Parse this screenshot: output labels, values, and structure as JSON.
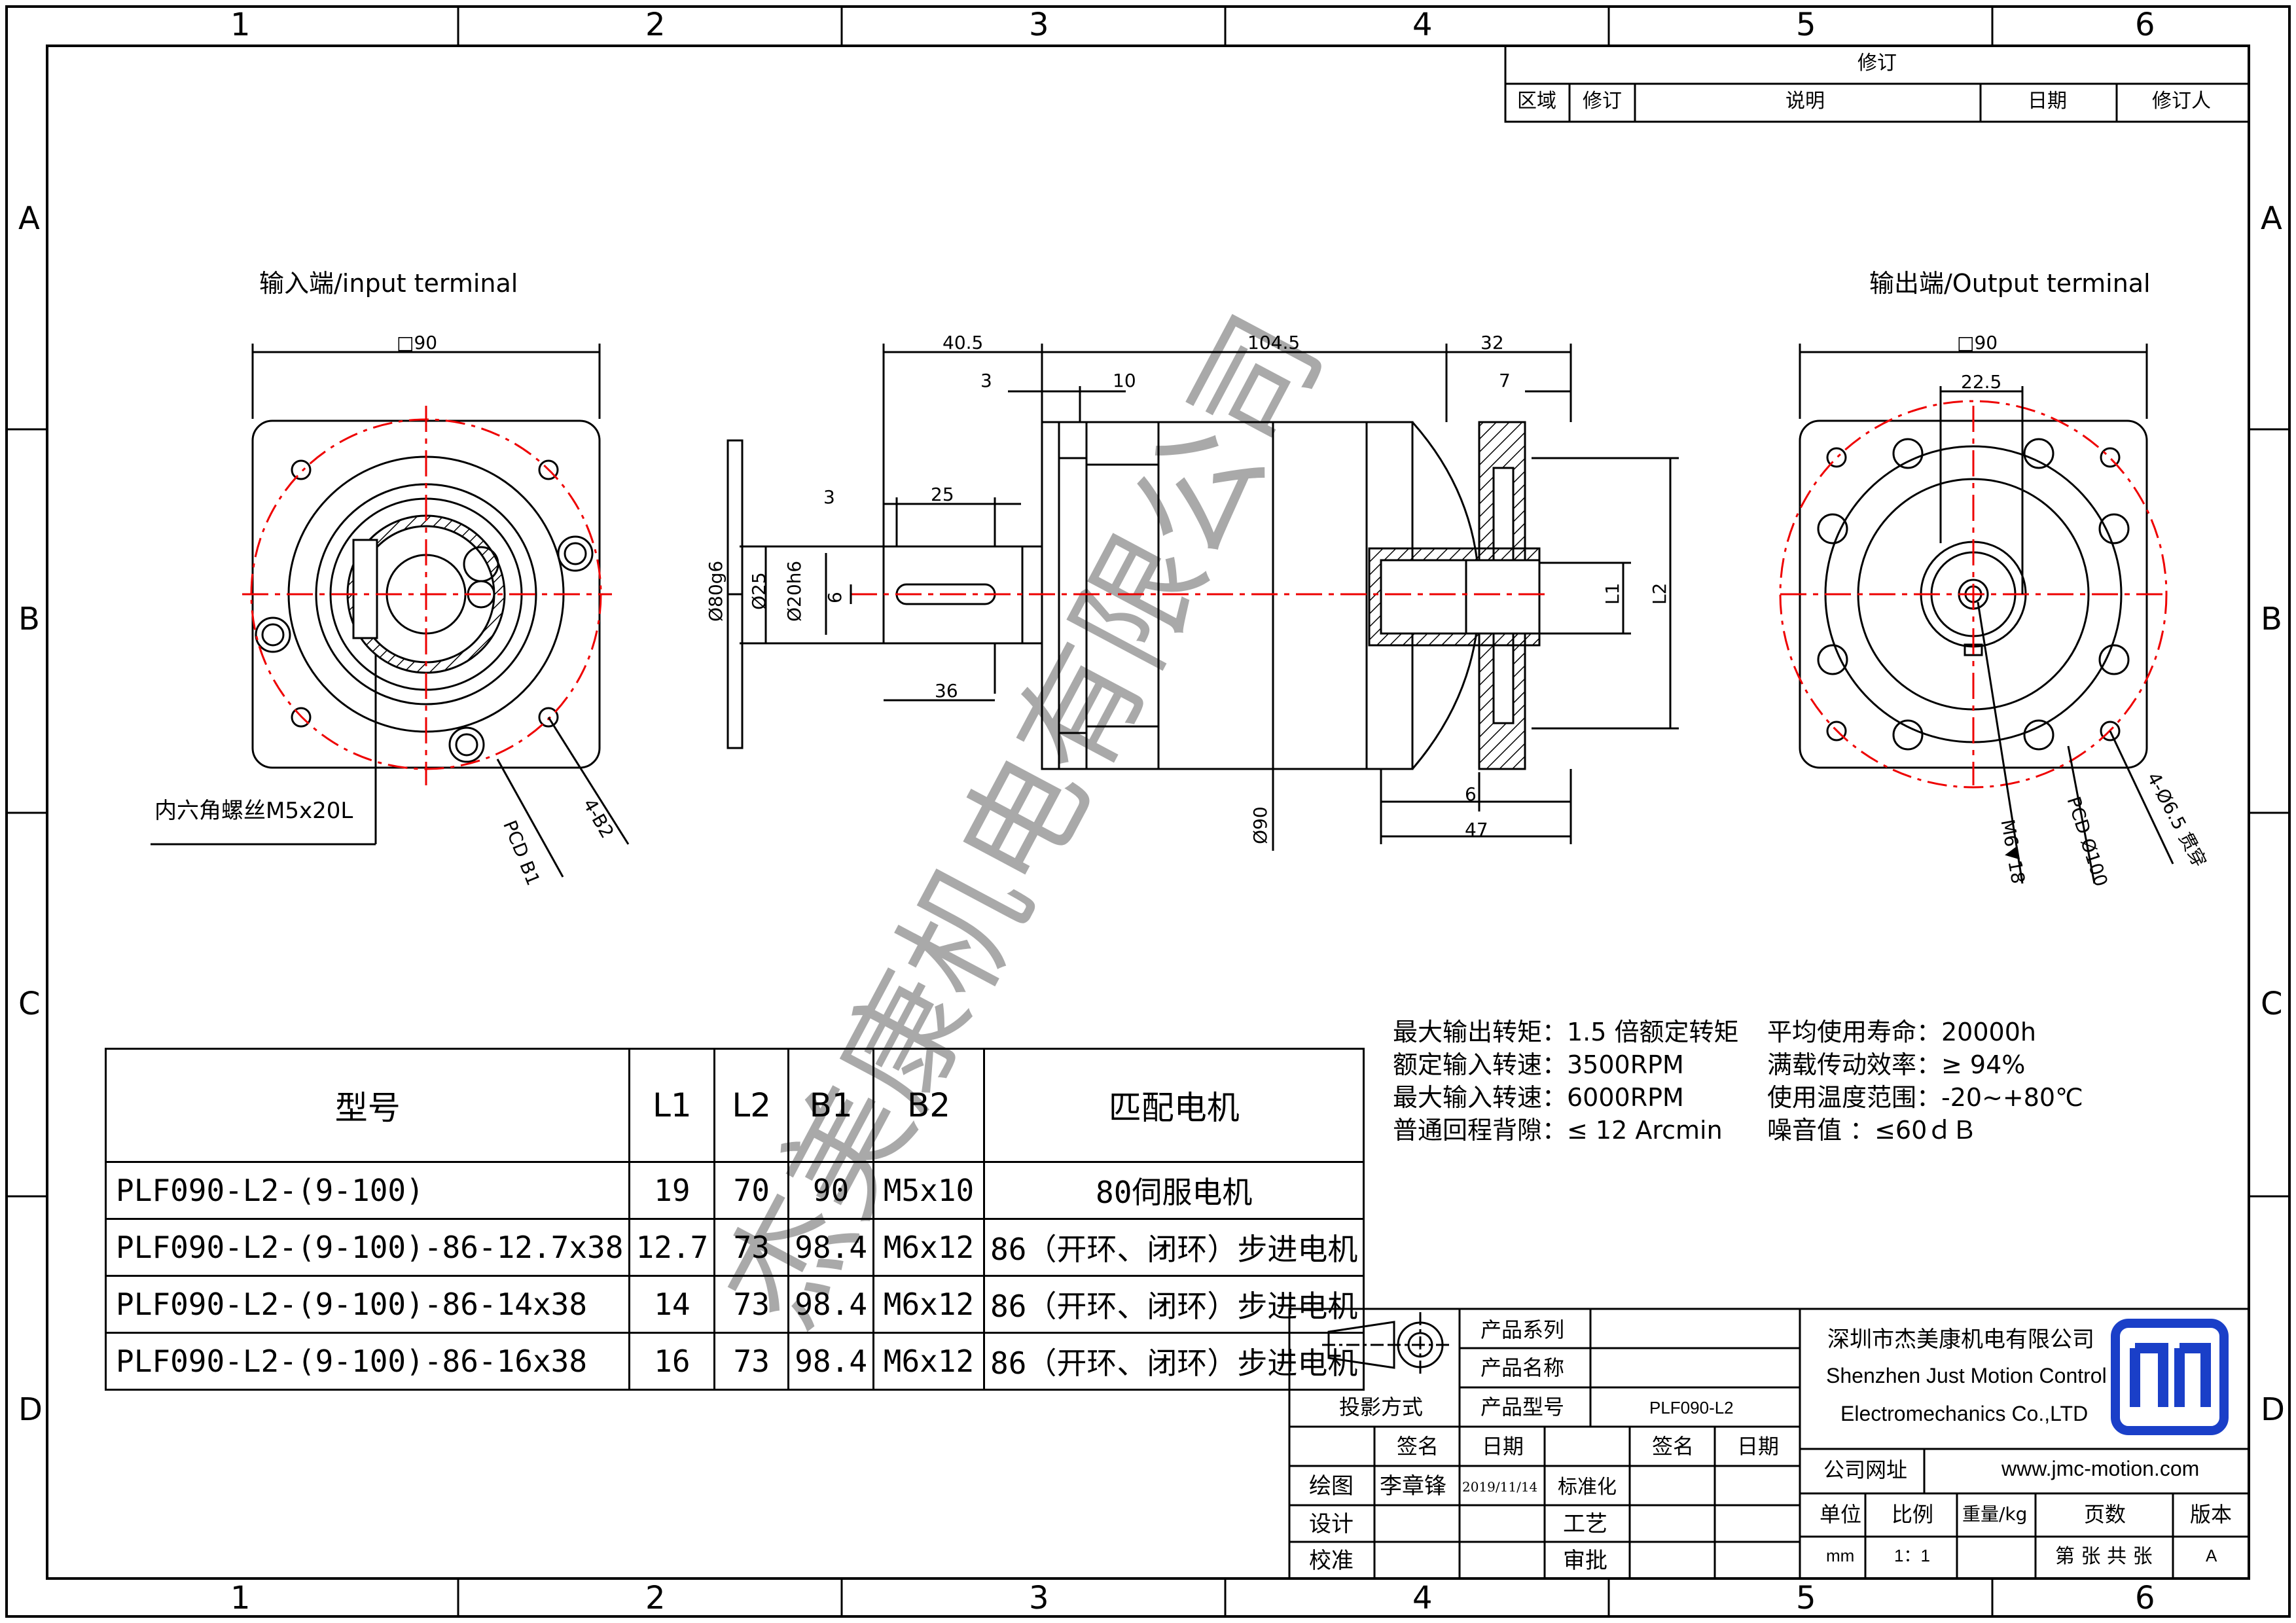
{
  "zone_columns": [
    "1",
    "2",
    "3",
    "4",
    "5",
    "6"
  ],
  "zone_rows": [
    "A",
    "B",
    "C",
    "D"
  ],
  "revision": {
    "title": "修订",
    "columns": [
      "区域",
      "修订",
      "说明",
      "日期",
      "修订人"
    ]
  },
  "views": {
    "input_title": "输入端/input terminal",
    "output_title": "输出端/Output terminal",
    "screw_note": "内六角螺丝M5x20L",
    "input_labels": {
      "square": "□90",
      "pcd": "PCD B1",
      "holes": "4-B2"
    },
    "output_labels": {
      "square": "□90",
      "offset": "22.5",
      "screw": "M6▼18",
      "pcd": "PCD Ø100",
      "holes": "4-Ø6.5 贯穿"
    }
  },
  "side_dims": {
    "d40_5": "40.5",
    "d104_5": "104.5",
    "d32": "32",
    "d3a": "3",
    "d10": "10",
    "d7": "7",
    "d3b": "3",
    "d25": "25",
    "d36": "36",
    "d6a": "6",
    "d47": "47",
    "dia80": "Ø80g6",
    "dia25": "Ø25",
    "dia20": "Ø20h6",
    "key6": "6",
    "dia90": "Ø90",
    "L1": "L1",
    "L2": "L2"
  },
  "watermark": "杰美康机电有限公司",
  "specs": {
    "left": [
      "最大输出转矩：1.5 倍额定转矩",
      "额定输入转速：3500RPM",
      "最大输入转速：6000RPM",
      "普通回程背隙：≤ 12 Arcmin"
    ],
    "right": [
      "平均使用寿命：20000h",
      "满载传动效率：≥   94%",
      "使用温度范围：-20~+80℃",
      "噪音值         ：≤60ｄＢ"
    ]
  },
  "model_table": {
    "headers": [
      "型号",
      "L1",
      "L2",
      "B1",
      "B2",
      "匹配电机"
    ],
    "rows": [
      [
        "PLF090-L2-(9-100)",
        "19",
        "70",
        "90",
        "M5x10",
        "80伺服电机"
      ],
      [
        "PLF090-L2-(9-100)-86-12.7x38",
        "12.7",
        "73",
        "98.4",
        "M6x12",
        "86（开环、闭环）步进电机"
      ],
      [
        "PLF090-L2-(9-100)-86-14x38",
        "14",
        "73",
        "98.4",
        "M6x12",
        "86（开环、闭环）步进电机"
      ],
      [
        "PLF090-L2-(9-100)-86-16x38",
        "16",
        "73",
        "98.4",
        "M6x12",
        "86（开环、闭环）步进电机"
      ]
    ]
  },
  "title_block": {
    "product_series": "产品系列",
    "product_name": "产品名称",
    "product_model": "产品型号",
    "model_value": "PLF090-L2",
    "projection": "投影方式",
    "sign": "签名",
    "date": "日期",
    "draw": "绘图",
    "drawer": "李章锋",
    "draw_date": "2019/11/14",
    "standard": "标准化",
    "design": "设计",
    "process": "工艺",
    "check": "校准",
    "approve": "审批",
    "company_cn": "深圳市杰美康机电有限公司",
    "company_en1": "Shenzhen Just Motion Control",
    "company_en2": "Electromechanics Co.,LTD",
    "website_label": "公司网址",
    "website": "www.jmc-motion.com",
    "unit_label": "单位",
    "scale_label": "比例",
    "weight_label": "重量/kg",
    "pages_label": "页数",
    "version_label": "版本",
    "unit": "mm",
    "scale": "1：1",
    "pages": "第 张 共 张",
    "version": "A"
  }
}
